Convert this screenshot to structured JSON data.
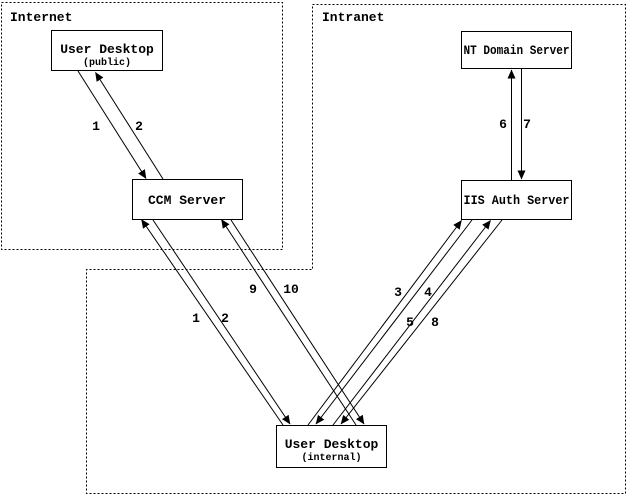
{
  "diagram": {
    "zones": {
      "internet": {
        "label": "Internet"
      },
      "intranet": {
        "label": "Intranet"
      }
    },
    "nodes": {
      "user_desktop_public": {
        "title": "User Desktop",
        "subtitle": "(public)"
      },
      "ccm_server": {
        "title": "CCM Server"
      },
      "nt_domain_server": {
        "title": "NT Domain Server"
      },
      "iis_auth_server": {
        "title": "IIS Auth Server"
      },
      "user_desktop_internal": {
        "title": "User Desktop",
        "subtitle": "(internal)"
      }
    },
    "edges": [
      {
        "from": "user-desktop-public",
        "to": "ccm-server",
        "label": "1"
      },
      {
        "from": "ccm-server",
        "to": "user-desktop-public",
        "label": "2"
      },
      {
        "from": "iis-auth-server",
        "to": "nt-domain-server",
        "label": "6"
      },
      {
        "from": "nt-domain-server",
        "to": "iis-auth-server",
        "label": "7"
      },
      {
        "from": "user-desktop-internal",
        "to": "ccm-server",
        "label": "1"
      },
      {
        "from": "ccm-server",
        "to": "user-desktop-internal",
        "label": "2"
      },
      {
        "from": "user-desktop-internal",
        "to": "ccm-server",
        "label": "9"
      },
      {
        "from": "ccm-server",
        "to": "user-desktop-internal",
        "label": "10"
      },
      {
        "from": "user-desktop-internal",
        "to": "iis-auth-server",
        "label": "3"
      },
      {
        "from": "iis-auth-server",
        "to": "user-desktop-internal",
        "label": "4"
      },
      {
        "from": "user-desktop-internal",
        "to": "iis-auth-server",
        "label": "5"
      },
      {
        "from": "iis-auth-server",
        "to": "user-desktop-internal",
        "label": "8"
      }
    ],
    "colors": {
      "ink": "#000000",
      "background": "#ffffff"
    }
  }
}
